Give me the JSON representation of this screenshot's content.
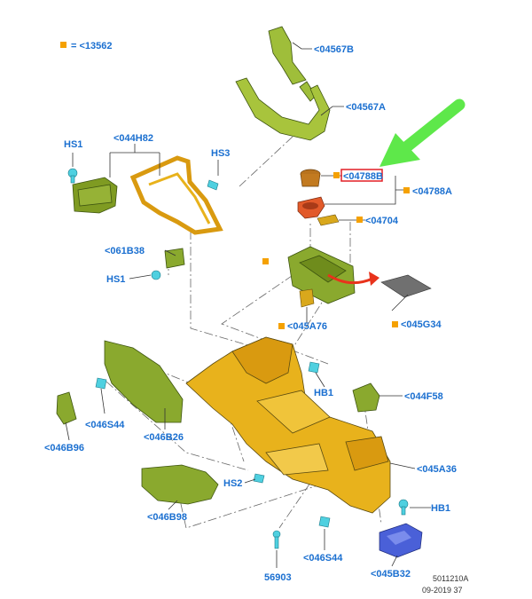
{
  "colors": {
    "label_blue": "#1a6fd0",
    "legend_square": "#f5a100",
    "console_yellow": "#e8b21c",
    "part_green": "#8aa92e",
    "fastener_cyan": "#4fd0e0",
    "bracket_blue": "#4a60d8",
    "highlight_red": "#e21f26",
    "pointer_green": "#5ee84a",
    "arrow_red": "#e8331c"
  },
  "legend": {
    "text": "= <13562"
  },
  "labels": {
    "p04567B": "<04567B",
    "p04567A": "<04567A",
    "p044H82": "<044H82",
    "hs1_top": "HS1",
    "hs3": "HS3",
    "p04788B": "<04788B",
    "p04788A": "<04788A",
    "p04704": "<04704",
    "p061B38": "<061B38",
    "hs1_mid": "HS1",
    "p045G34": "<045G34",
    "p045A76": "<045A76",
    "hb1_top": "HB1",
    "p044F58": "<044F58",
    "p046S44_left": "<046S44",
    "p046B26": "<046B26",
    "p046B96": "<046B96",
    "p045A36": "<045A36",
    "hs2": "HS2",
    "hb1_bot": "HB1",
    "p046B98": "<046B98",
    "p046S44_bot": "<046S44",
    "p045B32": "<045B32",
    "p56903": "56903"
  },
  "footer": {
    "line1": "5011210A",
    "line2": "09-2019 37"
  },
  "highlighted_part": "<04788B",
  "icons": [
    "legend-square-icon",
    "green-pointer-arrow-icon",
    "red-curved-arrow-icon"
  ]
}
